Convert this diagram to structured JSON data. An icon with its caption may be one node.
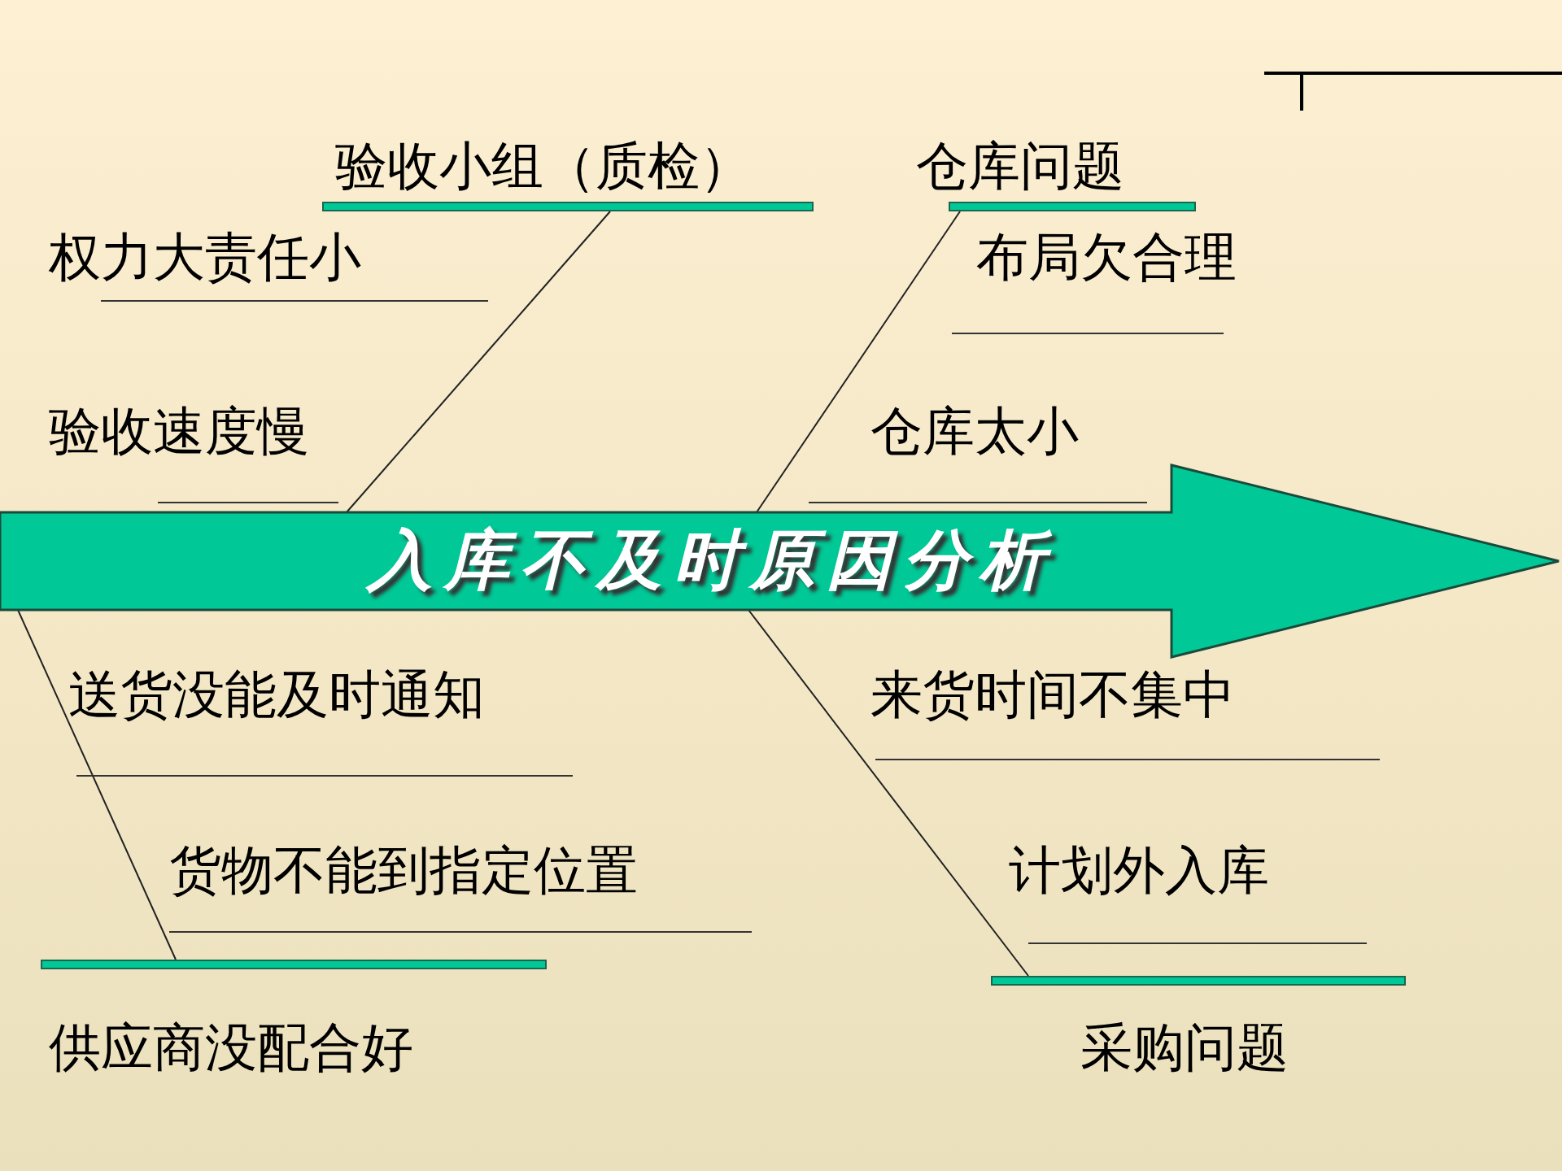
{
  "diagram": {
    "nodes": [
      {
        "text": [
          "入库不及时原因分析"
        ]
      },
      {
        "text": [
          "验收小组（质检）"
        ]
      },
      {
        "text": [
          "仓库问题"
        ]
      },
      {
        "text": [
          "供应商没配合好"
        ]
      },
      {
        "text": [
          "采购问题"
        ]
      }
    ],
    "edges": [
      {
        "from": 1,
        "to": 0,
        "arrow": "none"
      },
      {
        "from": 2,
        "to": 0,
        "arrow": "none"
      },
      {
        "from": 3,
        "to": 0,
        "arrow": "none"
      },
      {
        "from": 4,
        "to": 0,
        "arrow": "none"
      }
    ],
    "labels": [
      "权力大责任小",
      "布局欠合理",
      "验收速度慢",
      "仓库太小",
      "送货没能及时通知",
      "来货时间不集中",
      "货物不能到指定位置",
      "计划外入库"
    ]
  }
}
